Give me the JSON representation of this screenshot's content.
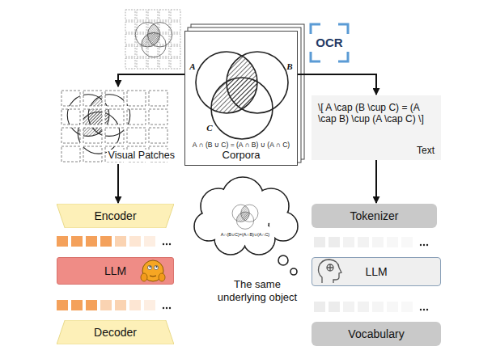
{
  "diagram": {
    "nodes": [
      {
        "text": [
          "Corpora"
        ]
      },
      {
        "text": [
          "OCR"
        ]
      },
      {
        "text": [
          "Visual Patches"
        ]
      },
      {
        "text": [
          "\\[ A \\cap (B \\cup C) = (A \\cap B) \\cup (A \\cap C) \\]",
          "Text"
        ]
      },
      {
        "text": [
          "Encoder"
        ]
      },
      {
        "text": [
          "LLM"
        ]
      },
      {
        "text": [
          "Decoder"
        ]
      },
      {
        "text": [
          "The same underlying object"
        ]
      },
      {
        "text": [
          "Tokenizer"
        ]
      },
      {
        "text": [
          "LLM"
        ]
      },
      {
        "text": [
          "Vocabulary"
        ]
      }
    ],
    "edges": [
      {
        "from": 0,
        "to": 2,
        "arrow": "to"
      },
      {
        "from": 0,
        "to": 3,
        "arrow": "to"
      },
      {
        "from": 2,
        "to": 4,
        "arrow": "to"
      },
      {
        "from": 3,
        "to": 8,
        "arrow": "to"
      }
    ],
    "labels": [
      "A",
      "B",
      "C",
      "A ∩ (B ∪ C) = (A ∩ B) ∪ (A ∩ C)",
      "A∩(B∪C)=(A∩B)∪(A∩C)"
    ]
  }
}
